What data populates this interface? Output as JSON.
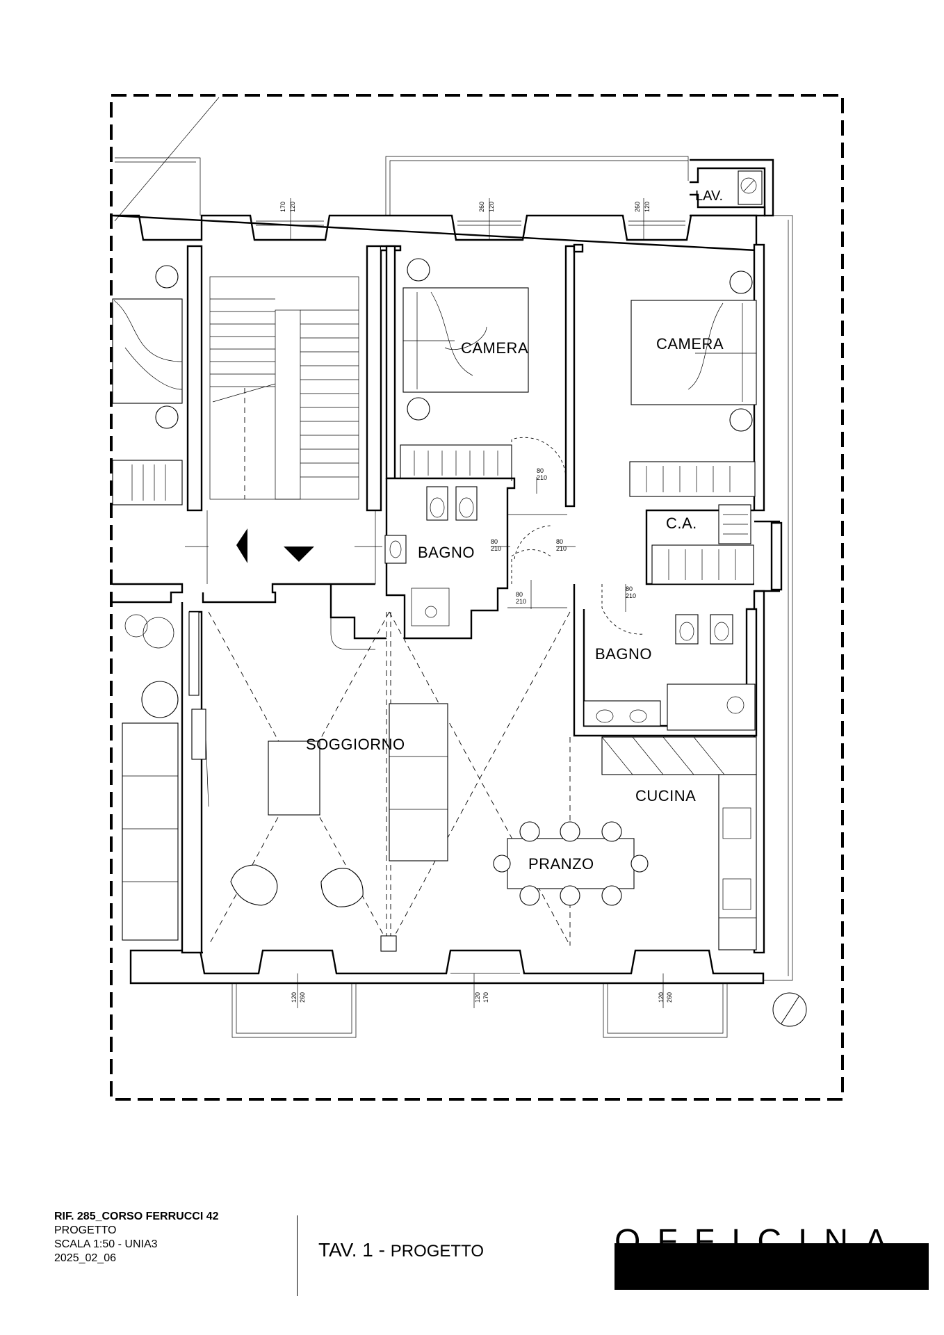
{
  "rooms": {
    "lav": "LAV.",
    "camera_1": "CAMERA",
    "camera_2": "CAMERA",
    "bagno_1": "BAGNO",
    "bagno_2": "BAGNO",
    "ca": "C.A.",
    "soggiorno": "SOGGIORNO",
    "cucina": "CUCINA",
    "pranzo": "PRANZO"
  },
  "window_dims": {
    "w1": "120",
    "w1b": "170",
    "w2": "120",
    "w2b": "260",
    "w3": "120",
    "w3b": "260",
    "w4": "120",
    "w4b": "260",
    "w5": "120",
    "w5b": "170",
    "w6": "120",
    "w6b": "260"
  },
  "door_dims": {
    "d1": "80",
    "d1b": "210",
    "d2": "80",
    "d2b": "210",
    "d3": "80",
    "d3b": "210",
    "d4": "80",
    "d4b": "210",
    "d5": "80",
    "d5b": "210"
  },
  "title_block": {
    "ref": "RIF. 285_CORSO FERRUCCI 42",
    "phase": "PROGETTO",
    "scale": "SCALA 1:50 - UNIA3",
    "date": "2025_02_06",
    "tav": "TAV. 1 -",
    "tav_sub": "PROGETTO",
    "logo": "OFFICINA 8A"
  }
}
